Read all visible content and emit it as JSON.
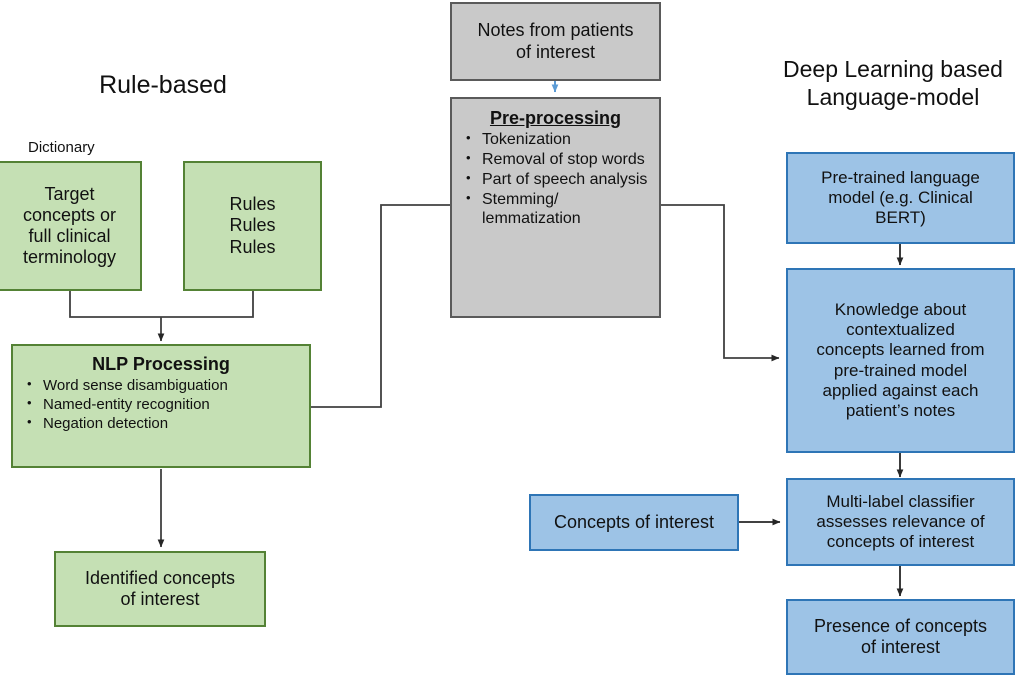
{
  "diagram": {
    "columns": {
      "left_title": "Rule-based",
      "right_title": "Deep Learning based\nLanguage-model"
    },
    "captions": {
      "dictionary": "Dictionary"
    },
    "colors": {
      "green_fill": "#c5e0b4",
      "green_border": "#548235",
      "blue_fill": "#9dc3e6",
      "blue_border": "#2e75b6",
      "gray_fill": "#c9c9c9",
      "gray_border": "#5a5a5a",
      "arrow_black": "#262626",
      "arrow_blue": "#5b9bd5"
    },
    "nodes": {
      "notes": {
        "text": "Notes from patients\nof interest"
      },
      "preprocessing": {
        "heading": "Pre-processing",
        "items": [
          "Tokenization",
          "Removal of stop words",
          "Part of speech analysis",
          "Stemming/ lemmatization"
        ]
      },
      "dictionary_box": {
        "text": "Target\nconcepts or\nfull clinical\nterminology"
      },
      "rules_box": {
        "text": "Rules\nRules\nRules"
      },
      "nlp": {
        "heading": "NLP Processing",
        "items": [
          "Word sense disambiguation",
          "Named-entity recognition",
          "Negation detection"
        ]
      },
      "identified": {
        "text": "Identified concepts\nof interest"
      },
      "pretrained": {
        "text": "Pre-trained language\nmodel (e.g. Clinical\nBERT)"
      },
      "knowledge": {
        "text": "Knowledge about\ncontextualized\nconcepts learned from\npre-trained model\napplied against each\npatient’s notes"
      },
      "concepts_of_interest": {
        "text": "Concepts of interest"
      },
      "classifier": {
        "text": "Multi-label classifier\nassesses relevance of\nconcepts of interest"
      },
      "presence": {
        "text": "Presence of concepts\nof interest"
      }
    }
  }
}
